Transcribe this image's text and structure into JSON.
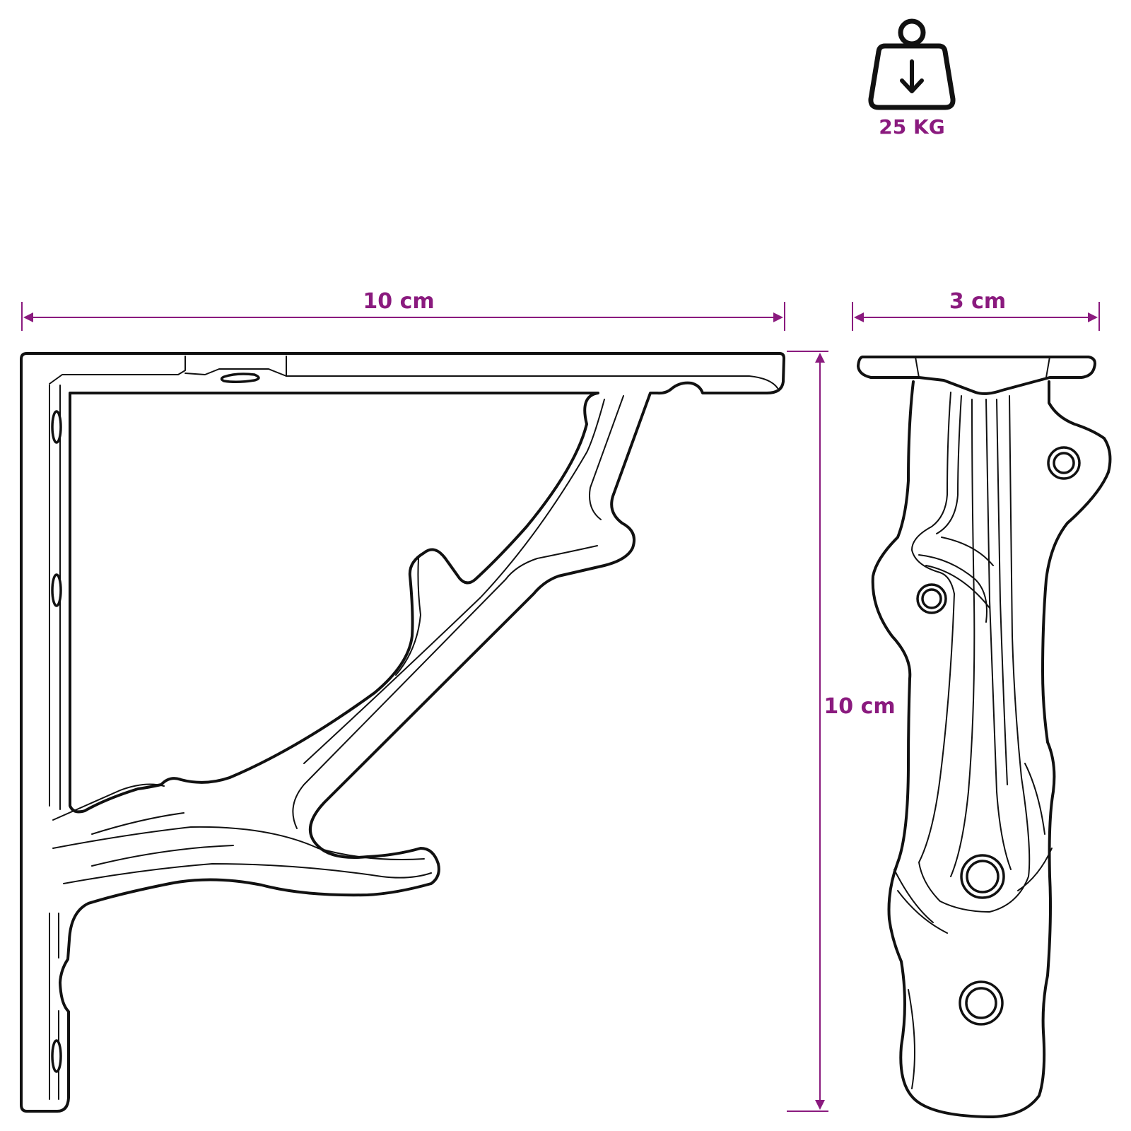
{
  "colors": {
    "accent": "#8a1a7e",
    "line": "#111111"
  },
  "weight": {
    "icon": "weight-icon",
    "label": "25 KG"
  },
  "dimensions": {
    "front_width": "10 cm",
    "side_depth": "3 cm",
    "height": "10 cm"
  }
}
